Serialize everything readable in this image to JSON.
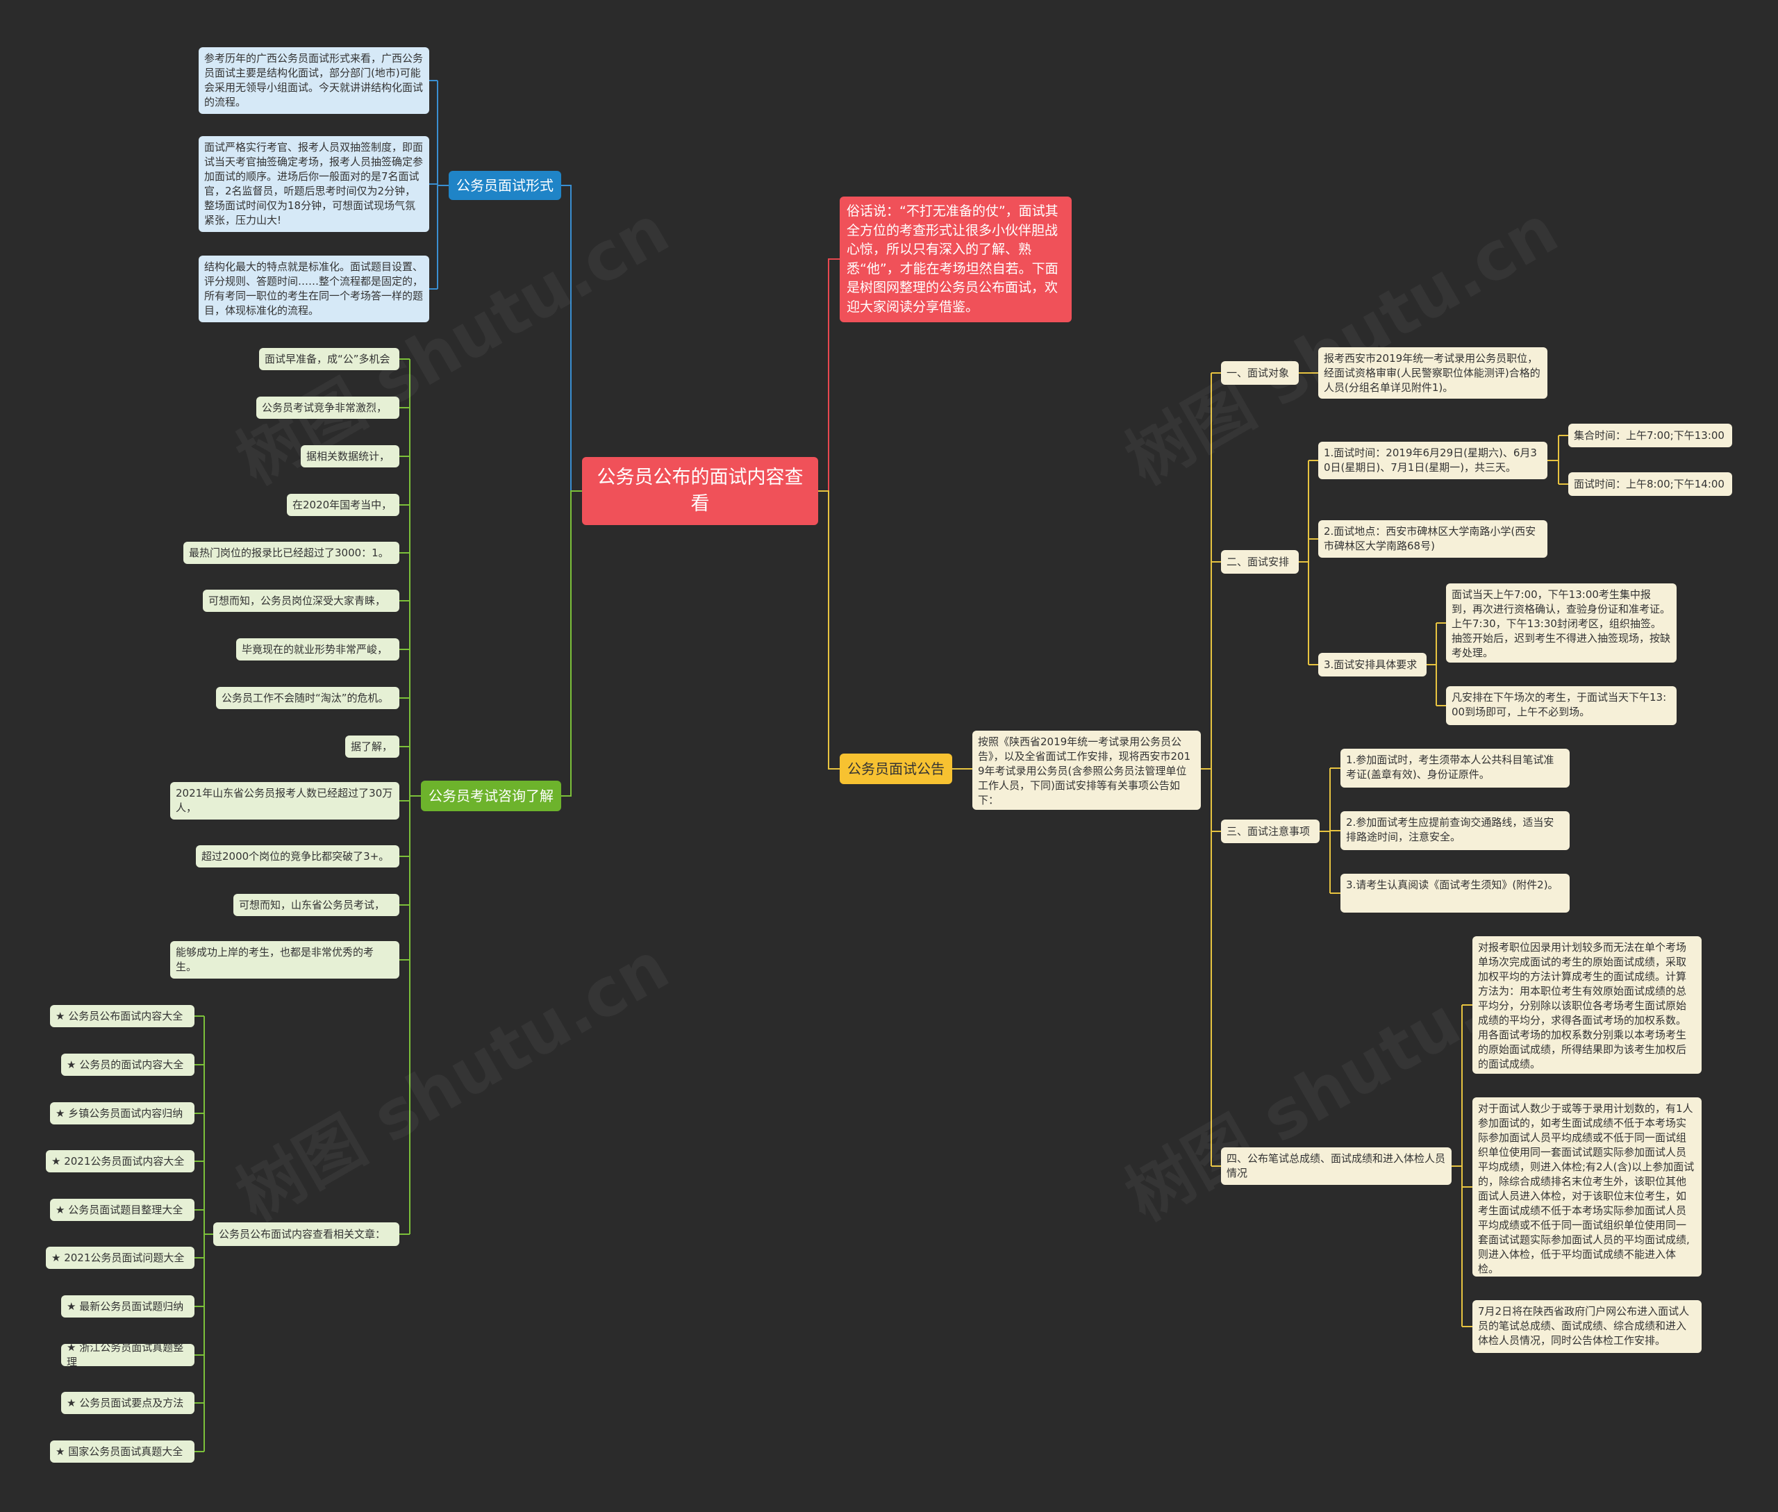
{
  "root": {
    "title": "公务员公布的面试内容查看"
  },
  "intro": {
    "text": "俗话说：“不打无准备的仗”，面试其全方位的考查形式让很多小伙伴胆战心惊，所以只有深入的了解、熟悉“他”，才能在考场坦然自若。下面是树图网整理的公务员公布面试，欢迎大家阅读分享借鉴。"
  },
  "branch_form": {
    "label": "公务员面试形式",
    "items": [
      "参考历年的广西公务员面试形式来看，广西公务员面试主要是结构化面试，部分部门(地市)可能会采用无领导小组面试。今天就讲讲结构化面试的流程。",
      "面试严格实行考官、报考人员双抽签制度，即面试当天考官抽签确定考场，报考人员抽签确定参加面试的顺序。进场后你一般面对的是7名面试官，2名监督员，听题后思考时间仅为2分钟，整场面试时间仅为18分钟，可想面试现场气氛紧张，压力山大!",
      "结构化最大的特点就是标准化。面试题目设置、评分规则、答题时间……整个流程都是固定的，所有考同一职位的考生在同一个考场答一样的题目，体现标准化的流程。"
    ]
  },
  "branch_consult": {
    "label": "公务员考试咨询了解",
    "items": [
      "面试早准备，成“公”多机会",
      "公务员考试竞争非常激烈，",
      "据相关数据统计，",
      "在2020年国考当中，",
      "最热门岗位的报录比已经超过了3000：1。",
      "可想而知，公务员岗位深受大家青睐，",
      "毕竟现在的就业形势非常严峻，",
      "公务员工作不会随时“淘汰”的危机。",
      "据了解，",
      "2021年山东省公务员报考人数已经超过了30万人，",
      "超过2000个岗位的竞争比都突破了3+。",
      "可想而知，山东省公务员考试，",
      "能够成功上岸的考生，也都是非常优秀的考生。"
    ],
    "related": {
      "label": "公务员公布面试内容查看相关文章：",
      "items": [
        "★ 公务员公布面试内容大全",
        "★ 公务员的面试内容大全",
        "★ 乡镇公务员面试内容归纳",
        "★ 2021公务员面试内容大全",
        "★ 公务员面试题目整理大全",
        "★ 2021公务员面试问题大全",
        "★ 最新公务员面试题归纳",
        "★ 浙江公务员面试真题整理",
        "★ 公务员面试要点及方法",
        "★ 国家公务员面试真题大全"
      ]
    }
  },
  "branch_notice": {
    "label": "公务员面试公告",
    "summary": "按照《陕西省2019年统一考试录用公务员公告》，以及全省面试工作安排，现将西安市2019年考试录用公务员(含参照公务员法管理单位工作人员，下同)面试安排等有关事项公告如下：",
    "sections": {
      "s1": {
        "label": "一、面试对象",
        "detail": "报考西安市2019年统一考试录用公务员职位，经面试资格审审(人民警察职位体能测评)合格的人员(分组名单详见附件1)。"
      },
      "s2": {
        "label": "二、面试安排",
        "time": "1.面试时间：2019年6月29日(星期六)、6月30日(星期日)、7月1日(星期一)，共三天。",
        "gather": "集合时间：上午7:00;下午13:00",
        "interview": "面试时间：上午8:00;下午14:00",
        "place": "2.面试地点：西安市碑林区大学南路小学(西安市碑林区大学南路68号)",
        "req_label": "3.面试安排具体要求",
        "req1": "面试当天上午7:00，下午13:00考生集中报到，再次进行资格确认，查验身份证和准考证。上午7:30，下午13:30封闭考区，组织抽签。抽签开始后，迟到考生不得进入抽签现场，按缺考处理。",
        "req2": "凡安排在下午场次的考生，于面试当天下午13:00到场即可，上午不必到场。"
      },
      "s3": {
        "label": "三、面试注意事项",
        "items": [
          "1.参加面试时，考生须带本人公共科目笔试准考证(盖章有效)、身份证原件。",
          "2.参加面试考生应提前查询交通路线，适当安排路途时间，注意安全。",
          "3.请考生认真阅读《面试考生须知》(附件2)。"
        ]
      },
      "s4": {
        "label": "四、公布笔试总成绩、面试成绩和进入体检人员情况",
        "items": [
          "对报考职位因录用计划较多而无法在单个考场单场次完成面试的考生的原始面试成绩，采取加权平均的方法计算成考生的面试成绩。计算方法为：用本职位考生有效原始面试成绩的总平均分，分别除以该职位各考场考生面试原始成绩的平均分，求得各面试考场的加权系数。用各面试考场的加权系数分别乘以本考场考生的原始面试成绩，所得结果即为该考生加权后的面试成绩。",
          "对于面试人数少于或等于录用计划数的，有1人参加面试的，如考生面试成绩不低于本考场实际参加面试人员平均成绩或不低于同一面试组织单位使用同一套面试试题实际参加面试人员平均成绩，则进入体检;有2人(含)以上参加面试的，除综合成绩排名末位考生外，该职位其他面试人员进入体检，对于该职位末位考生，如考生面试成绩不低于本考场实际参加面试人员平均成绩或不低于同一面试组织单位使用同一套面试试题实际参加面试人员的平均面试成绩,则进入体检，低于平均面试成绩不能进入体检。",
          "7月2日将在陕西省政府门户网公布进入面试人员的笔试总成绩、面试成绩、综合成绩和进入体检人员情况，同时公告体检工作安排。"
        ]
      }
    }
  },
  "colors": {
    "background": "#2b2b2b",
    "root": "#f05159",
    "blue": "#1f84c7",
    "blue_line": "#3a8fd1",
    "green": "#6db32c",
    "green_line": "#7cc13a",
    "yellow": "#f7c231",
    "yellow_line": "#e8c440",
    "red_line": "#e8474f"
  },
  "watermark": "树图 shutu.cn"
}
